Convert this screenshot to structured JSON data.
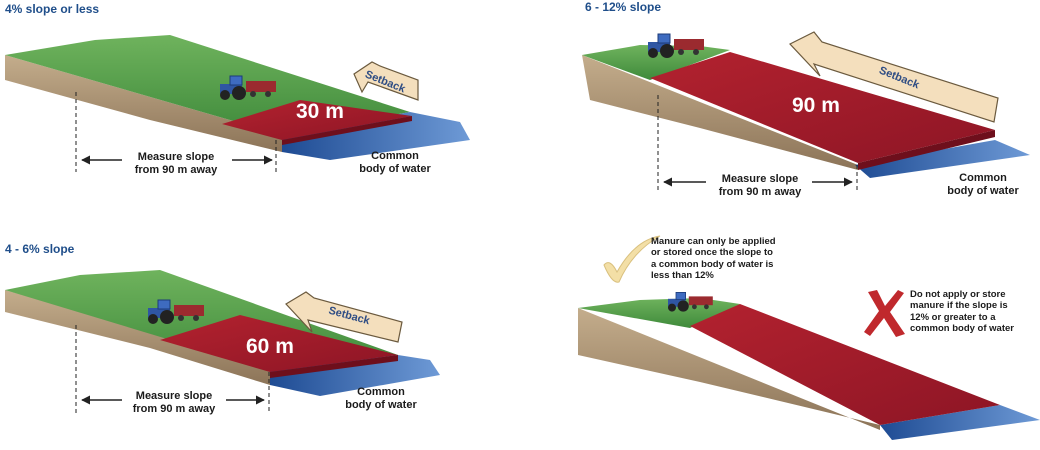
{
  "panels": {
    "p1": {
      "title": "4% slope or less",
      "distance": "30 m",
      "setback": "Setback",
      "measure": [
        "Measure slope",
        "from 90 m away"
      ],
      "water": [
        "Common",
        "body of water"
      ]
    },
    "p2": {
      "title": "6 - 12% slope",
      "distance": "90 m",
      "setback": "Setback",
      "measure": [
        "Measure slope",
        "from 90 m away"
      ],
      "water": [
        "Common",
        "body of water"
      ]
    },
    "p3": {
      "title": "4 - 6% slope",
      "distance": "60 m",
      "setback": "Setback",
      "measure": [
        "Measure slope",
        "from 90 m away"
      ],
      "water": [
        "Common",
        "body of water"
      ]
    },
    "p4": {
      "ok_note": [
        "Manure can only be applied",
        "or stored once the slope to",
        "a common body of water is",
        "less than 12%"
      ],
      "no_note": [
        "Do not apply or store",
        "manure if the slope is",
        "12% or greater to a",
        "common body of water"
      ]
    }
  },
  "icons": {
    "ok": "checkmark-icon",
    "no": "cross-icon",
    "ok_color": "#f3dfa6",
    "no_color": "#c0292d"
  },
  "colors": {
    "grass": "#5aa24d",
    "soil": "#b09878",
    "setback_zone": "#a51b2a",
    "water": "#2f5ea8",
    "arrow": "#f4dfbd",
    "title": "#1f4e8a"
  }
}
